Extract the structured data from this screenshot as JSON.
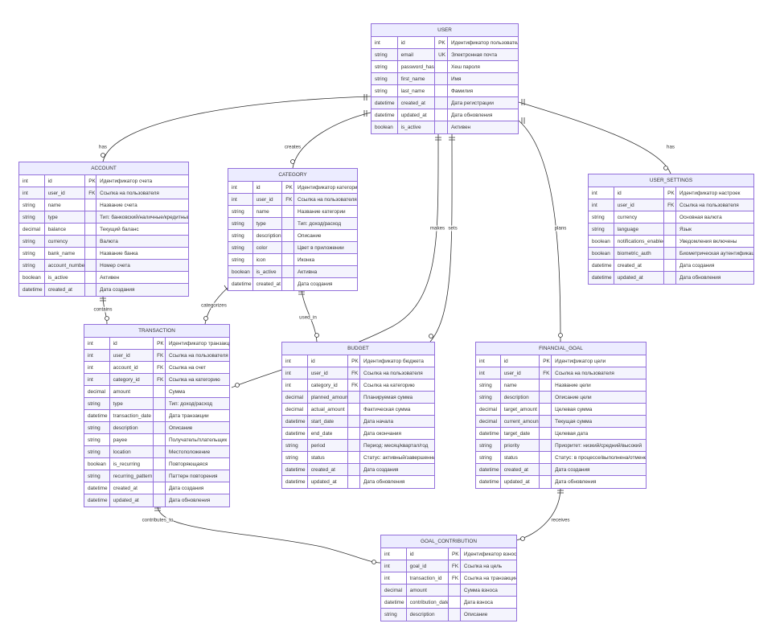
{
  "entities": [
    {
      "name": "USER",
      "rows": [
        [
          "int",
          "id",
          "PK",
          "Идентификатор пользователя"
        ],
        [
          "string",
          "email",
          "UK",
          "Электронная почта"
        ],
        [
          "string",
          "password_hash",
          "",
          "Хеш пароля"
        ],
        [
          "string",
          "first_name",
          "",
          "Имя"
        ],
        [
          "string",
          "last_name",
          "",
          "Фамилия"
        ],
        [
          "datetime",
          "created_at",
          "",
          "Дата регистрации"
        ],
        [
          "datetime",
          "updated_at",
          "",
          "Дата обновления"
        ],
        [
          "boolean",
          "is_active",
          "",
          "Активен"
        ]
      ]
    },
    {
      "name": "ACCOUNT",
      "rows": [
        [
          "int",
          "id",
          "PK",
          "Идентификатор счета"
        ],
        [
          "int",
          "user_id",
          "FK",
          "Ссылка на пользователя"
        ],
        [
          "string",
          "name",
          "",
          "Название счета"
        ],
        [
          "string",
          "type",
          "",
          "Тип: банковский/наличные/кредитный"
        ],
        [
          "decimal",
          "balance",
          "",
          "Текущий баланс"
        ],
        [
          "string",
          "currency",
          "",
          "Валюта"
        ],
        [
          "string",
          "bank_name",
          "",
          "Название банка"
        ],
        [
          "string",
          "account_number",
          "",
          "Номер счета"
        ],
        [
          "boolean",
          "is_active",
          "",
          "Активен"
        ],
        [
          "datetime",
          "created_at",
          "",
          "Дата создания"
        ]
      ]
    },
    {
      "name": "CATEGORY",
      "rows": [
        [
          "int",
          "id",
          "PK",
          "Идентификатор категории"
        ],
        [
          "int",
          "user_id",
          "FK",
          "Ссылка на пользователя"
        ],
        [
          "string",
          "name",
          "",
          "Название категории"
        ],
        [
          "string",
          "type",
          "",
          "Тип: доход/расход"
        ],
        [
          "string",
          "description",
          "",
          "Описание"
        ],
        [
          "string",
          "color",
          "",
          "Цвет в приложении"
        ],
        [
          "string",
          "icon",
          "",
          "Иконка"
        ],
        [
          "boolean",
          "is_active",
          "",
          "Активна"
        ],
        [
          "datetime",
          "created_at",
          "",
          "Дата создания"
        ]
      ]
    },
    {
      "name": "USER_SETTINGS",
      "rows": [
        [
          "int",
          "id",
          "PK",
          "Идентификатор настроек"
        ],
        [
          "int",
          "user_id",
          "FK",
          "Ссылка на пользователя"
        ],
        [
          "string",
          "currency",
          "",
          "Основная валюта"
        ],
        [
          "string",
          "language",
          "",
          "Язык"
        ],
        [
          "boolean",
          "notifications_enabled",
          "",
          "Уведомления включены"
        ],
        [
          "boolean",
          "biometric_auth",
          "",
          "Биометрическая аутентификация"
        ],
        [
          "datetime",
          "created_at",
          "",
          "Дата создания"
        ],
        [
          "datetime",
          "updated_at",
          "",
          "Дата обновления"
        ]
      ]
    },
    {
      "name": "TRANSACTION",
      "rows": [
        [
          "int",
          "id",
          "PK",
          "Идентификатор транзакции"
        ],
        [
          "int",
          "user_id",
          "FK",
          "Ссылка на пользователя"
        ],
        [
          "int",
          "account_id",
          "FK",
          "Ссылка на счет"
        ],
        [
          "int",
          "category_id",
          "FK",
          "Ссылка на категорию"
        ],
        [
          "decimal",
          "amount",
          "",
          "Сумма"
        ],
        [
          "string",
          "type",
          "",
          "Тип: доход/расход"
        ],
        [
          "datetime",
          "transaction_date",
          "",
          "Дата транзакции"
        ],
        [
          "string",
          "description",
          "",
          "Описание"
        ],
        [
          "string",
          "payee",
          "",
          "Получатель/плательщик"
        ],
        [
          "string",
          "location",
          "",
          "Местоположение"
        ],
        [
          "boolean",
          "is_recurring",
          "",
          "Повторяющаяся"
        ],
        [
          "string",
          "recurring_pattern",
          "",
          "Паттерн повторения"
        ],
        [
          "datetime",
          "created_at",
          "",
          "Дата создания"
        ],
        [
          "datetime",
          "updated_at",
          "",
          "Дата обновления"
        ]
      ]
    },
    {
      "name": "BUDGET",
      "rows": [
        [
          "int",
          "id",
          "PK",
          "Идентификатор бюджета"
        ],
        [
          "int",
          "user_id",
          "FK",
          "Ссылка на пользователя"
        ],
        [
          "int",
          "category_id",
          "FK",
          "Ссылка на категорию"
        ],
        [
          "decimal",
          "planned_amount",
          "",
          "Планируемая сумма"
        ],
        [
          "decimal",
          "actual_amount",
          "",
          "Фактическая сумма"
        ],
        [
          "datetime",
          "start_date",
          "",
          "Дата начала"
        ],
        [
          "datetime",
          "end_date",
          "",
          "Дата окончания"
        ],
        [
          "string",
          "period",
          "",
          "Период: месяц/квартал/год"
        ],
        [
          "string",
          "status",
          "",
          "Статус: активный/завершенный"
        ],
        [
          "datetime",
          "created_at",
          "",
          "Дата создания"
        ],
        [
          "datetime",
          "updated_at",
          "",
          "Дата обновления"
        ]
      ]
    },
    {
      "name": "FINANCIAL_GOAL",
      "rows": [
        [
          "int",
          "id",
          "PK",
          "Идентификатор цели"
        ],
        [
          "int",
          "user_id",
          "FK",
          "Ссылка на пользователя"
        ],
        [
          "string",
          "name",
          "",
          "Название цели"
        ],
        [
          "string",
          "description",
          "",
          "Описание цели"
        ],
        [
          "decimal",
          "target_amount",
          "",
          "Целевая сумма"
        ],
        [
          "decimal",
          "current_amount",
          "",
          "Текущая сумма"
        ],
        [
          "datetime",
          "target_date",
          "",
          "Целевая дата"
        ],
        [
          "string",
          "priority",
          "",
          "Приоритет: низкий/средний/высокий"
        ],
        [
          "string",
          "status",
          "",
          "Статус: в процессе/выполнена/отменена"
        ],
        [
          "datetime",
          "created_at",
          "",
          "Дата создания"
        ],
        [
          "datetime",
          "updated_at",
          "",
          "Дата обновления"
        ]
      ]
    },
    {
      "name": "GOAL_CONTRIBUTION",
      "rows": [
        [
          "int",
          "id",
          "PK",
          "Идентификатор взноса"
        ],
        [
          "int",
          "goal_id",
          "FK",
          "Ссылка на цель"
        ],
        [
          "int",
          "transaction_id",
          "FK",
          "Ссылка на транзакцию"
        ],
        [
          "decimal",
          "amount",
          "",
          "Сумма взноса"
        ],
        [
          "datetime",
          "contribution_date",
          "",
          "Дата взноса"
        ],
        [
          "string",
          "description",
          "",
          "Описание"
        ]
      ]
    }
  ],
  "relationships": {
    "user_account": "has",
    "user_category": "creates",
    "user_transaction": "makes",
    "user_budget": "sets",
    "user_goal": "plans",
    "user_settings": "has",
    "account_transaction": "contains",
    "category_transaction": "categorizes",
    "category_budget": "used_in",
    "transaction_contribution": "contributes_to",
    "goal_contribution": "receives"
  },
  "colors": {
    "border": "#9370DB",
    "header": "#ECECFF",
    "line": "#333333"
  }
}
